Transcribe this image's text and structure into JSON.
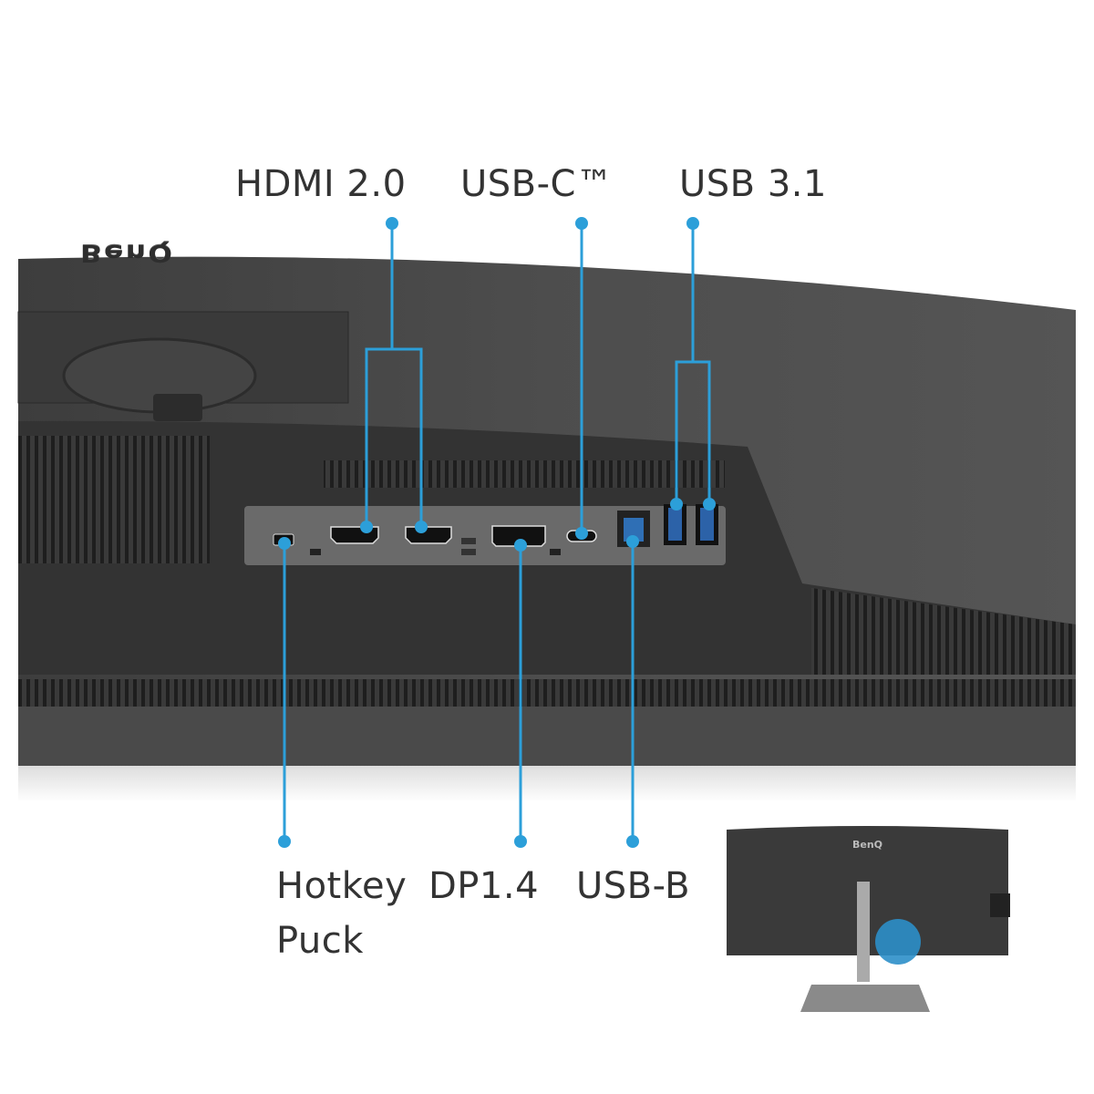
{
  "title_labels": {
    "hdmi": "HDMI 2.0",
    "usbc": "USB-C™",
    "usb31": "USB 3.1",
    "hotkey_line1": "Hotkey",
    "hotkey_line2": "Puck",
    "dp": "DP1.4",
    "usbb": "USB-B"
  },
  "brand": {
    "logo_main": "BenQ",
    "logo_inset": "BenQ"
  },
  "colors": {
    "callout": "#2c9fd9",
    "text": "#333333",
    "monitor_body": "#474747",
    "port_panel": "#6a6a6a"
  }
}
